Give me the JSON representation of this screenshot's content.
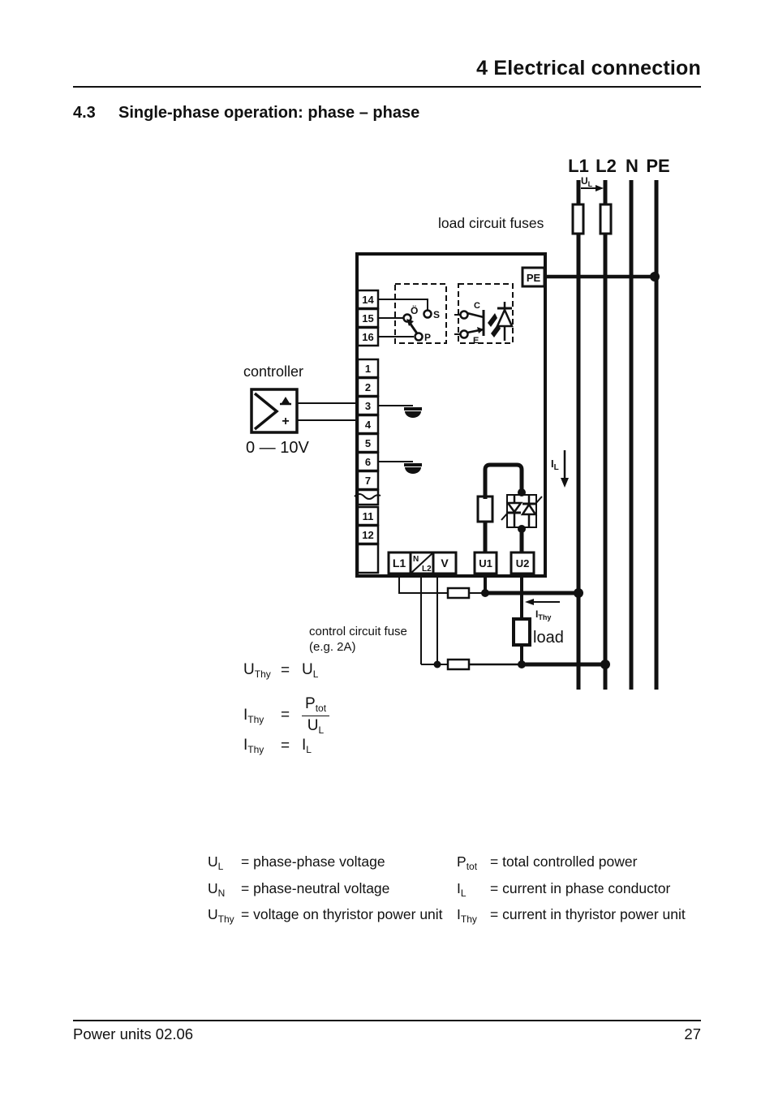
{
  "header": {
    "chapter": "4 Electrical connection",
    "section_number": "4.3",
    "section_title": "Single-phase operation: phase – phase"
  },
  "diagram": {
    "phases": [
      "L1",
      "L2",
      "N",
      "PE"
    ],
    "labels": {
      "load_circuit_fuses": "load circuit fuses",
      "controller": "controller",
      "controller_range": "0 — 10V",
      "control_circuit_fuse_line1": "control circuit fuse",
      "control_circuit_fuse_line2": "(e.g. 2A)",
      "load": "load",
      "pe_terminal": "PE",
      "ul_base": "U",
      "ul_sub": "L",
      "il_base": "I",
      "il_sub": "L",
      "ithy_base": "I",
      "ithy_sub": "Thy"
    },
    "terminals": {
      "top": [
        "14",
        "15",
        "16"
      ],
      "left": [
        "1",
        "2",
        "3",
        "4",
        "5",
        "6",
        "7",
        "11",
        "12"
      ],
      "bottom_left": [
        "L1",
        "V"
      ],
      "bottom_split": {
        "top": "N",
        "bottom": "L2"
      },
      "bottom_right": [
        "U1",
        "U2"
      ]
    },
    "switch_contacts": {
      "o": "Ö",
      "s": "S",
      "p": "P"
    },
    "opto_contacts": {
      "c": "C",
      "e": "E"
    },
    "controller_plus": "+"
  },
  "formulas": {
    "f1": {
      "lhs_base": "U",
      "lhs_sub": "Thy",
      "eq": "=",
      "rhs_base": "U",
      "rhs_sub": "L"
    },
    "f2": {
      "lhs_base": "I",
      "lhs_sub": "Thy",
      "eq": "=",
      "num_base": "P",
      "num_sub": "tot",
      "den_base": "U",
      "den_sub": "L"
    },
    "f3": {
      "lhs_base": "I",
      "lhs_sub": "Thy",
      "eq": "=",
      "rhs_base": "I",
      "rhs_sub": "L"
    }
  },
  "legend": {
    "left": [
      {
        "base": "U",
        "sub": "L",
        "desc": "= phase-phase voltage"
      },
      {
        "base": "U",
        "sub": "N",
        "desc": "= phase-neutral voltage"
      },
      {
        "base": "U",
        "sub": "Thy",
        "desc": "= voltage on thyristor power unit"
      }
    ],
    "right": [
      {
        "base": "P",
        "sub": "tot",
        "desc": "= total controlled power"
      },
      {
        "base": "I",
        "sub": "L",
        "desc": "= current in phase conductor"
      },
      {
        "base": "I",
        "sub": "Thy",
        "desc": "= current in thyristor power unit"
      }
    ]
  },
  "footer": {
    "left": "Power units 02.06",
    "page_number": "27"
  }
}
